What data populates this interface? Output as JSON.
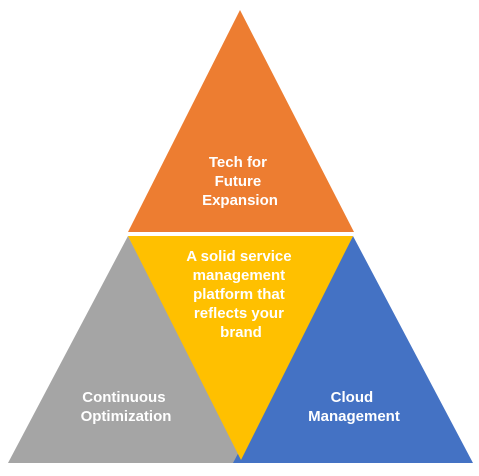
{
  "segments": {
    "top": {
      "lines": [
        "Tech for",
        "Future",
        "Expansion"
      ],
      "color": "#ED7D31"
    },
    "center": {
      "lines": [
        "A solid service",
        "management",
        "platform that",
        "reflects your",
        "brand"
      ],
      "color": "#FFC000"
    },
    "left": {
      "lines": [
        "Continuous",
        "Optimization"
      ],
      "color": "#A5A5A5"
    },
    "right": {
      "lines": [
        "Cloud",
        "Management"
      ],
      "color": "#4472C4"
    }
  }
}
